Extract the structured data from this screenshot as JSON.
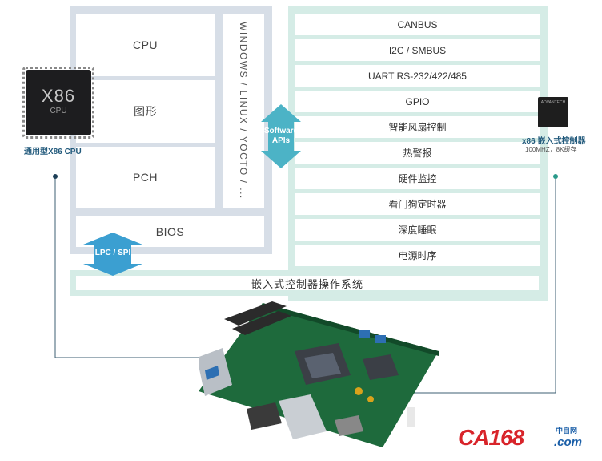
{
  "left_block": {
    "cpu": "CPU",
    "graphics": "图形",
    "pch": "PCH",
    "os_vertical": "WINDOWS / LINUX / YOCTO / ...",
    "bios": "BIOS",
    "lpc_spi": "LPC / SPI"
  },
  "software_apis": {
    "line1": "Software",
    "line2": "APIs"
  },
  "controller_features": [
    "CANBUS",
    "I2C / SMBUS",
    "UART RS-232/422/485",
    "GPIO",
    "智能风扇控制",
    "热警报",
    "硬件监控",
    "看门狗定时器",
    "深度睡眠",
    "电源时序"
  ],
  "bottom_bar": "嵌入式控制器操作系统",
  "cpu_chip": {
    "label_main": "X86",
    "label_sub": "CPU",
    "caption": "通用型X86 CPU"
  },
  "mcu_chip": {
    "brand": "ADVANTECH",
    "caption": "x86 嵌入式控制器",
    "subcaption": "100MHZ，8K缓存"
  },
  "logo": {
    "main": "CA168",
    "cn": "中自网",
    "com": ".com"
  },
  "colors": {
    "left_frame": "#d7dee7",
    "right_frame": "#d5ece6",
    "arrow_teal": "#4cb3c6",
    "arrow_blue": "#3b9fd1",
    "connector_line": "#3d5f73",
    "logo_red": "#d8242a",
    "logo_blue": "#1b5fa8"
  }
}
